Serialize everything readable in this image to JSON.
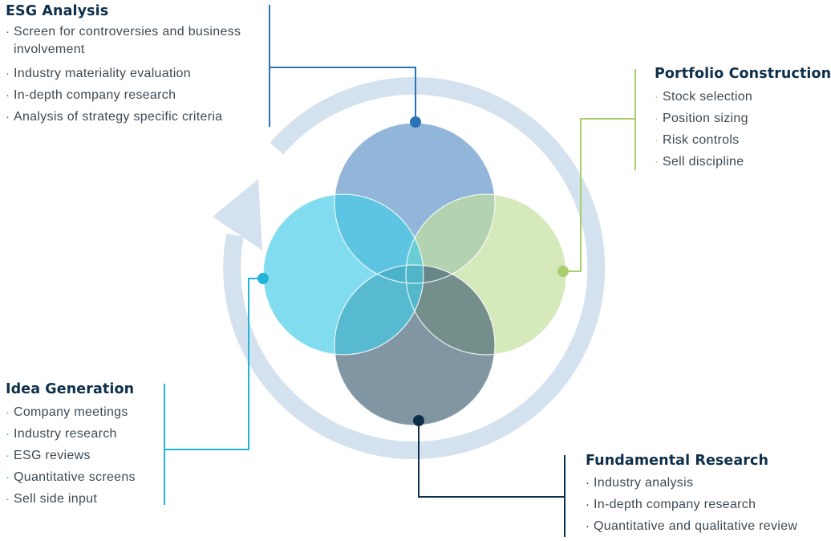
{
  "colors": {
    "ring": "#d3e2ee",
    "esg": "#2a72b6",
    "portfolio": "#a8cf6b",
    "idea": "#22b5d8",
    "fundamental": "#0e2f4a",
    "heading": "#0e2f4a",
    "text": "#3d4a55"
  },
  "sections": {
    "esg": {
      "title": "ESG Analysis",
      "items": [
        "Screen for controversies and business involvement",
        "Industry materiality evaluation",
        "In-depth company research",
        "Analysis of strategy specific criteria"
      ]
    },
    "portfolio": {
      "title": "Portfolio Construction",
      "items": [
        "Stock selection",
        "Position sizing",
        "Risk controls",
        "Sell discipline"
      ]
    },
    "idea": {
      "title": "Idea Generation",
      "items": [
        "Company meetings",
        "Industry research",
        "ESG reviews",
        "Quantitative screens",
        "Sell side input"
      ]
    },
    "fundamental": {
      "title": "Fundamental Research",
      "items": [
        "Industry analysis",
        "In-depth company research",
        "Quantitative and qualitative review"
      ]
    }
  },
  "bullet": "·"
}
